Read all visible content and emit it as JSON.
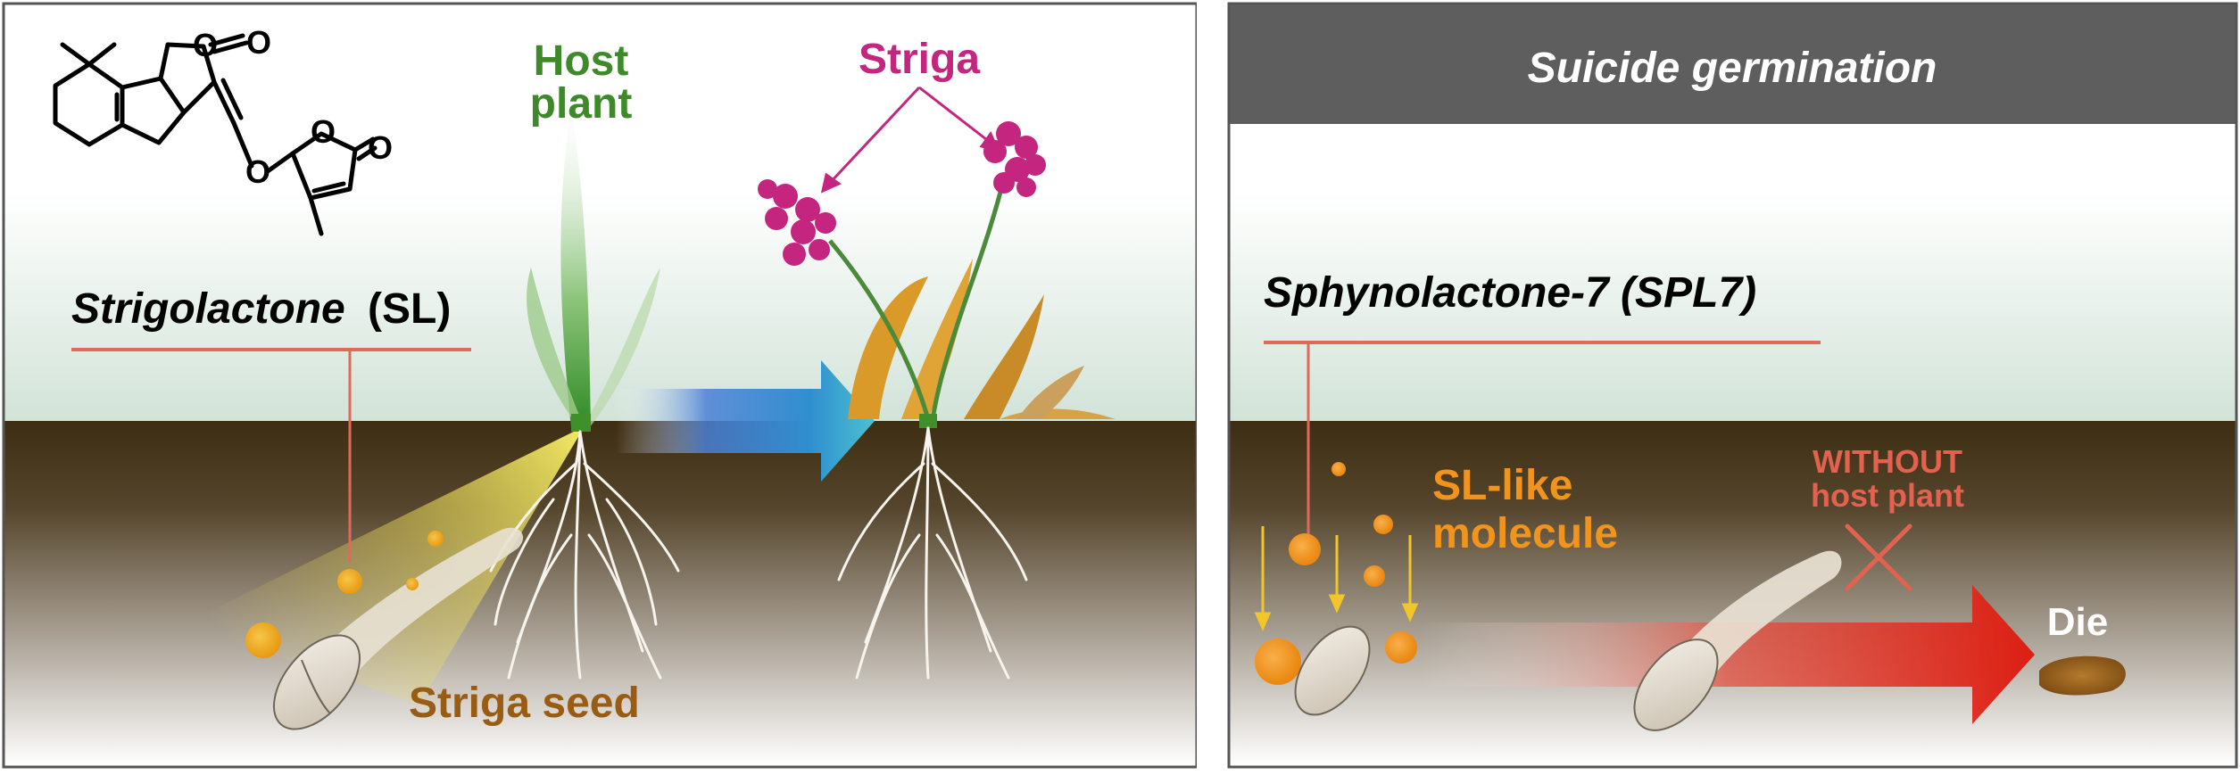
{
  "left_panel": {
    "structure_label": "Strigolactone",
    "structure_label_suffix": "(SL)",
    "host_plant_line1": "Host",
    "host_plant_line2": "plant",
    "striga_label": "Striga",
    "seed_label": "Striga seed"
  },
  "right_panel": {
    "header": "Suicide germination",
    "compound_label": "Sphynolactone-7 (SPL7)",
    "sl_like_line1": "SL-like",
    "sl_like_line2": "molecule",
    "without_line1": "WITHOUT",
    "without_line2": "host plant",
    "die_label": "Die"
  },
  "molecule_atoms": {
    "o_lactone_ring": "O",
    "o_carbonyl_1": "O",
    "o_ether": "O",
    "o_butenolide_ring": "O",
    "o_carbonyl_2": "O"
  },
  "colors": {
    "sky_top": "#ffffff",
    "sky_bottom": "#d6e5dc",
    "soil_top": "#3f2f14",
    "soil_bottom": "#ffffff",
    "label_red_line": "#e06a5a",
    "host_green": "#3e8a2a",
    "striga_magenta": "#c4267f",
    "seed_label_brown": "#9a5c12",
    "sl_orange": "#f0941e",
    "without_red": "#e2624f",
    "header_gray": "#5e5e5e",
    "arrow_red": "#dd2a1a",
    "arrow_blue": "#2f8fcf",
    "dot_yellow": "#f2b321",
    "panel_border": "#555555"
  }
}
